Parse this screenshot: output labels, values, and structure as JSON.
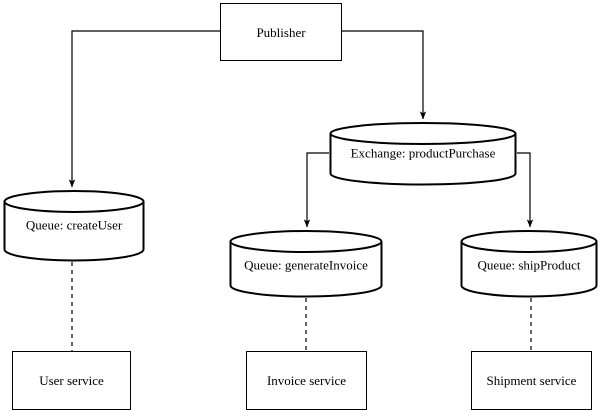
{
  "diagram": {
    "title": "RabbitMQ publisher exchange queue service topology",
    "stroke_color": "#000000",
    "background_color": "#ffffff",
    "nodes": {
      "publisher": {
        "label": "Publisher",
        "shape": "rectangle"
      },
      "exchange_product_purchase": {
        "label": "Exchange: productPurchase",
        "shape": "cylinder"
      },
      "queue_create_user": {
        "label": "Queue: createUser",
        "shape": "cylinder"
      },
      "queue_generate_invoice": {
        "label": "Queue: generateInvoice",
        "shape": "cylinder"
      },
      "queue_ship_product": {
        "label": "Queue: shipProduct",
        "shape": "cylinder"
      },
      "user_service": {
        "label": "User service",
        "shape": "rectangle"
      },
      "invoice_service": {
        "label": "Invoice service",
        "shape": "rectangle"
      },
      "shipment_service": {
        "label": "Shipment service",
        "shape": "rectangle"
      }
    },
    "edges": [
      {
        "from": "publisher",
        "to": "queue_create_user",
        "style": "solid",
        "arrow": true
      },
      {
        "from": "publisher",
        "to": "exchange_product_purchase",
        "style": "solid",
        "arrow": true
      },
      {
        "from": "exchange_product_purchase",
        "to": "queue_generate_invoice",
        "style": "solid",
        "arrow": true
      },
      {
        "from": "exchange_product_purchase",
        "to": "queue_ship_product",
        "style": "solid",
        "arrow": true
      },
      {
        "from": "queue_create_user",
        "to": "user_service",
        "style": "dashed",
        "arrow": false
      },
      {
        "from": "queue_generate_invoice",
        "to": "invoice_service",
        "style": "dashed",
        "arrow": false
      },
      {
        "from": "queue_ship_product",
        "to": "shipment_service",
        "style": "dashed",
        "arrow": false
      }
    ]
  }
}
